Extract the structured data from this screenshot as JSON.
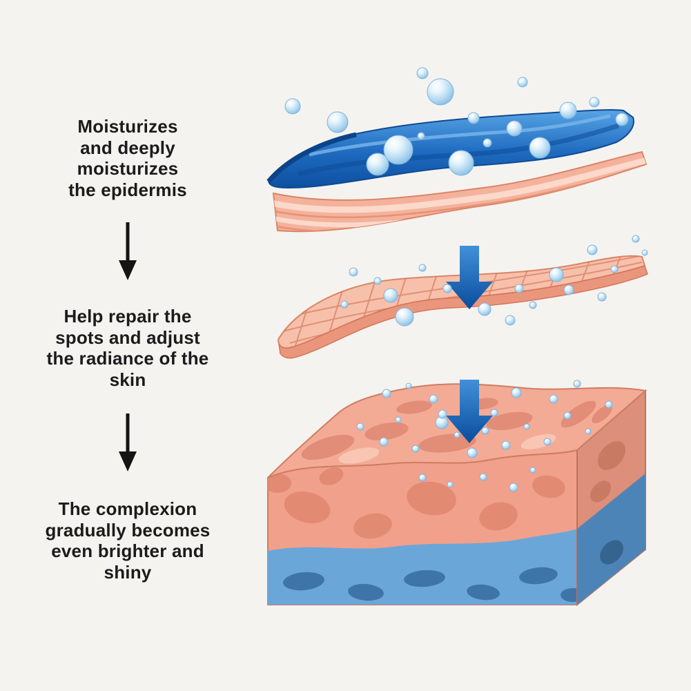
{
  "page": {
    "background": "#f5f3f0"
  },
  "captions": [
    {
      "label": "Moisturizes\nand deeply\nmoisturizes\nthe epidermis"
    },
    {
      "label": "Help repair the\nspots and adjust\nthe radiance of the\nskin"
    },
    {
      "label": "The complexion\ngradually becomes\neven brighter and\nshiny"
    }
  ],
  "illustration": {
    "layers": [
      "moisture-surface-layer",
      "epidermis-layer",
      "dermis-mesh-layer",
      "skin-tissue-block"
    ],
    "colors": {
      "water_blue": "#1e6abf",
      "bubble_blue": "#b4daf2",
      "skin_pink": "#f3ab96",
      "skin_pink_deep": "#e18a74",
      "tissue_blue": "#6ba6d9",
      "arrow_blue": "#0d55a8",
      "text": "#1b1b1b",
      "background": "#f5f3f0"
    }
  }
}
